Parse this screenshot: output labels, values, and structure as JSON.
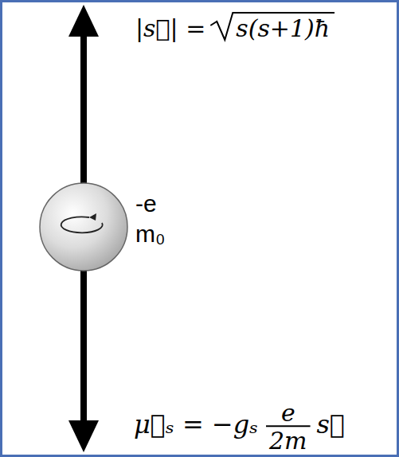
{
  "diagram": {
    "labels": [
      "|s⃗| =",
      "s(s+1)ħ",
      "-e",
      "m₀",
      "μ⃗ₛ = −gₛ",
      "e",
      "2m",
      "s⃗"
    ]
  }
}
